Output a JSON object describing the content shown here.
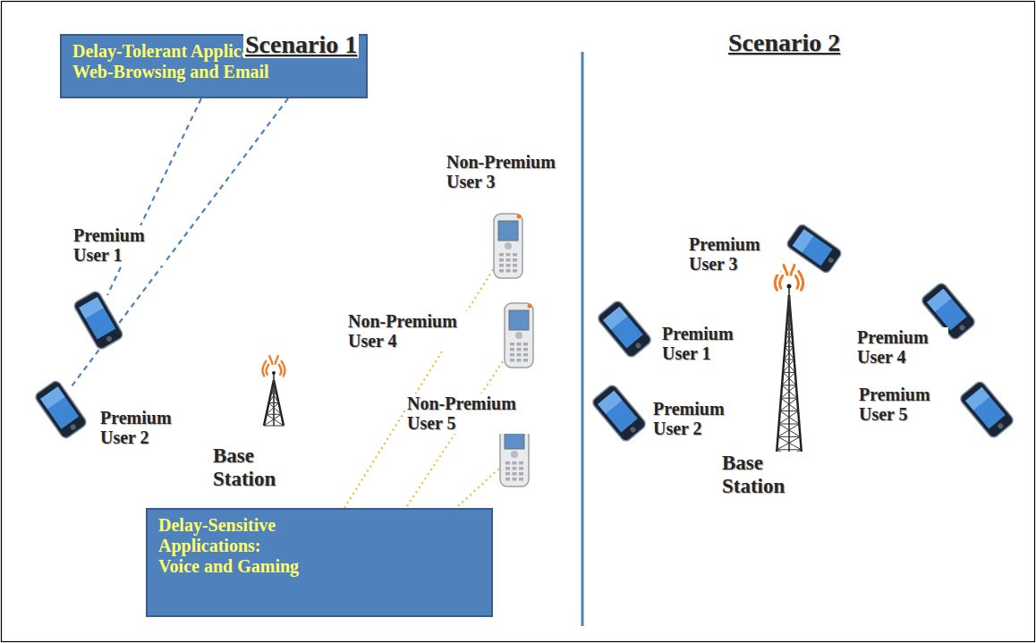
{
  "diagram": {
    "nodes": [
      {
        "text": [
          "Delay-Tolerant Applications: Web-Browsing and Email"
        ]
      },
      {
        "text": [
          "Delay-Sensitive Applications: Voice and Gaming"
        ]
      }
    ],
    "labels": [
      "Scenario 1",
      "Scenario 2",
      "Premium User 1",
      "Premium User 2",
      "Non-Premium User 3",
      "Non-Premium User 4",
      "Non-Premium User 5",
      "Base Station",
      "Premium User 3",
      "Premium User 1",
      "Premium User 2",
      "Premium User 4",
      "Premium User 5",
      "Base Station"
    ]
  }
}
